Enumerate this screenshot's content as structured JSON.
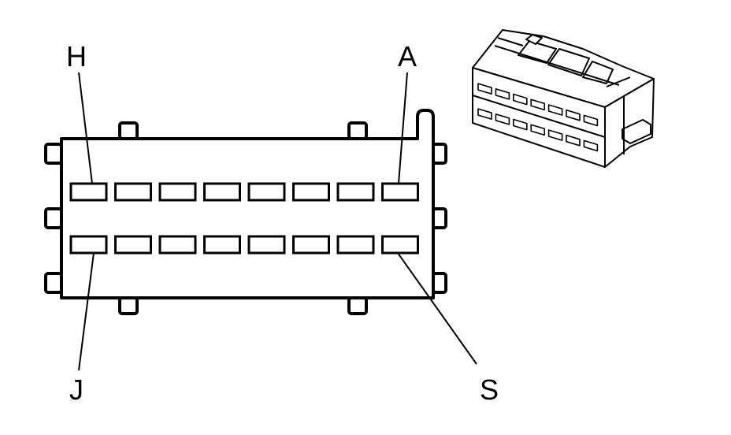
{
  "diagram": {
    "labels": {
      "top_left": "H",
      "top_right": "A",
      "bottom_left": "J",
      "bottom_right": "S"
    },
    "face_view": {
      "rows": 2,
      "cavities_per_row": 8
    },
    "iso_view": {
      "rows": 2,
      "cavities_per_row": 7
    }
  }
}
